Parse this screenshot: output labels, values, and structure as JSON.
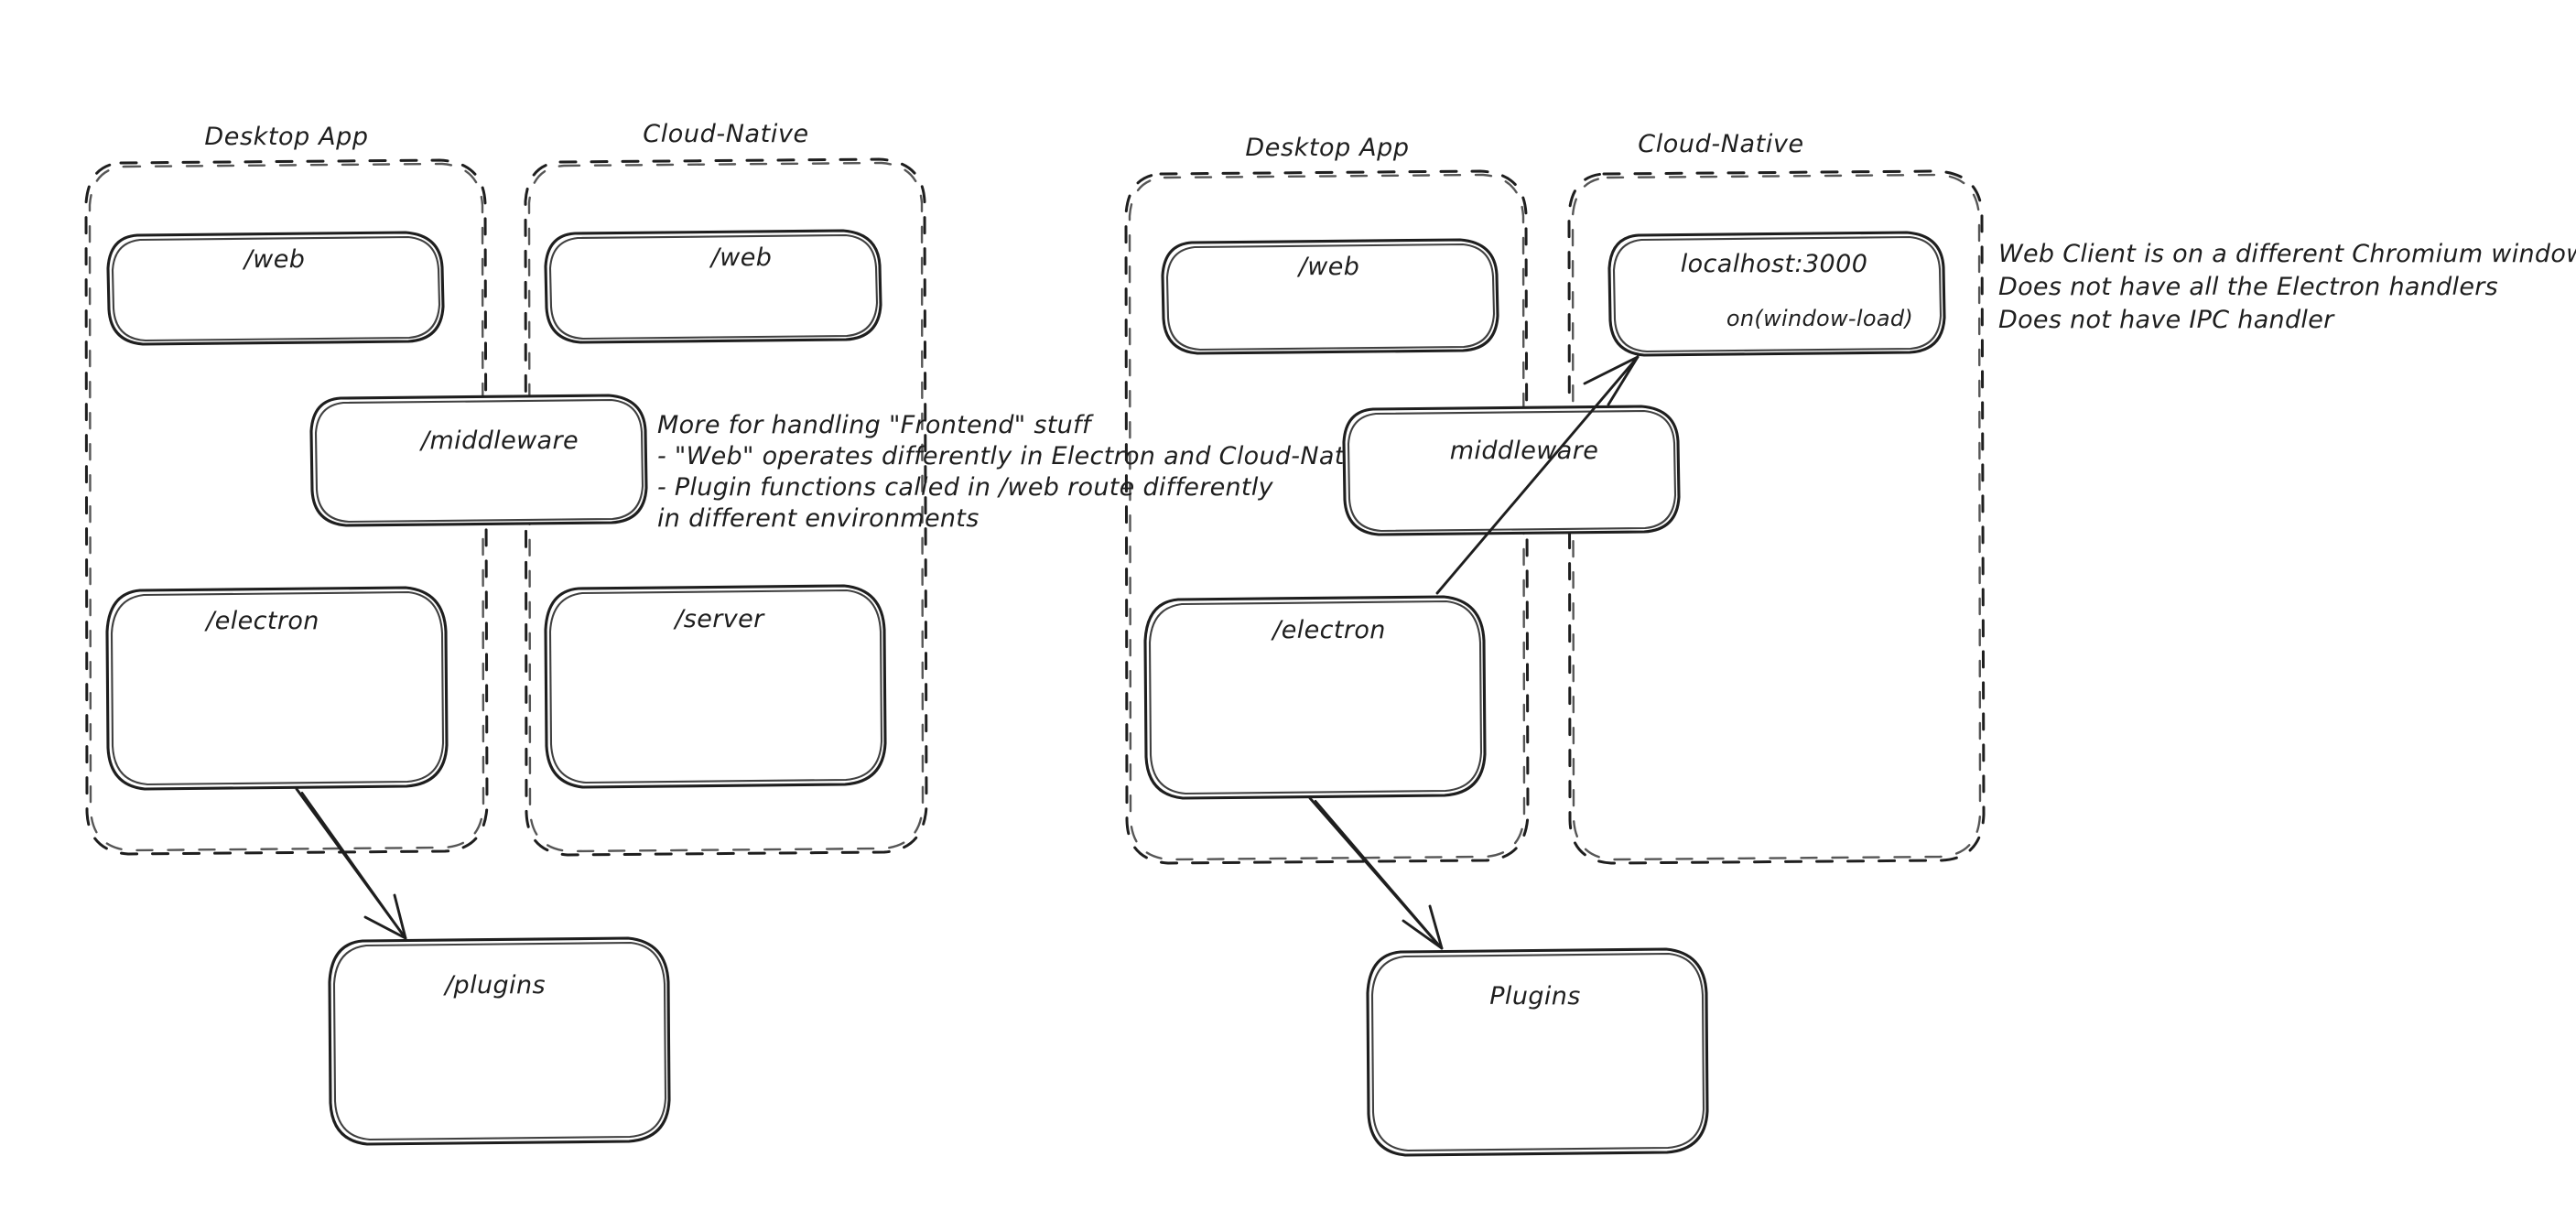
{
  "page": {
    "background": "#ffffff",
    "ink": "#1e1e1e",
    "accent_green": "#2f9e44",
    "accent_red": "#c0392b"
  },
  "diagrams": [
    {
      "id": "left-diagram",
      "groups": [
        {
          "id": "left-desktop-app",
          "label": "Desktop App",
          "nodes": [
            {
              "id": "left-desktop-web",
              "label": "/web",
              "color": "#1e1e1e"
            },
            {
              "id": "left-desktop-electron",
              "label": "/electron",
              "color": "#1e1e1e"
            }
          ]
        },
        {
          "id": "left-cloud-native",
          "label": "Cloud-Native",
          "nodes": [
            {
              "id": "left-cloud-web",
              "label": "/web",
              "color": "#1e1e1e"
            },
            {
              "id": "left-cloud-server",
              "label": "/server",
              "color": "#c0392b"
            }
          ]
        }
      ],
      "shared_nodes": [
        {
          "id": "left-middleware",
          "label": "/middleware",
          "color": "#1e1e1e"
        }
      ],
      "outside_nodes": [
        {
          "id": "left-plugins",
          "label": "/plugins",
          "color": "#1e1e1e"
        }
      ],
      "annotations": [
        {
          "id": "green-note",
          "color": "#2f9e44",
          "lines": [
            "More for handling \"Frontend\" stuff",
            "- \"Web\" operates differently in Electron and Cloud-Native",
            "- Plugin functions called in /web route differently",
            "in different environments"
          ]
        }
      ],
      "arrows": [
        {
          "id": "arrow-electron-to-plugins",
          "from": "left-desktop-electron",
          "to": "left-plugins"
        }
      ]
    },
    {
      "id": "right-diagram",
      "groups": [
        {
          "id": "right-desktop-app",
          "label": "Desktop App",
          "nodes": [
            {
              "id": "right-desktop-web",
              "label": "/web",
              "color": "#1e1e1e"
            },
            {
              "id": "right-desktop-electron",
              "label": "/electron",
              "color": "#1e1e1e"
            }
          ]
        },
        {
          "id": "right-cloud-native",
          "label": "Cloud-Native",
          "nodes": [
            {
              "id": "right-cloud-localhost",
              "label": "localhost:3000",
              "color": "#1e1e1e",
              "sublabel": "on(window-load)",
              "sublabel_color": "#c0392b"
            }
          ]
        }
      ],
      "shared_nodes": [
        {
          "id": "right-middleware",
          "label": "middleware",
          "color": "#1e1e1e"
        }
      ],
      "outside_nodes": [
        {
          "id": "right-plugins",
          "label": "Plugins",
          "color": "#1e1e1e"
        }
      ],
      "annotations": [
        {
          "id": "red-note",
          "color": "#c0392b",
          "lines": [
            "Web Client is on a different Chromium window",
            "Does not have all the Electron handlers",
            "Does not have IPC handler"
          ]
        }
      ],
      "arrows": [
        {
          "id": "arrow-electron-to-localhost",
          "from": "right-desktop-electron",
          "to": "right-cloud-localhost"
        },
        {
          "id": "arrow-electron-to-plugins-right",
          "from": "right-desktop-electron",
          "to": "right-plugins"
        }
      ]
    }
  ]
}
